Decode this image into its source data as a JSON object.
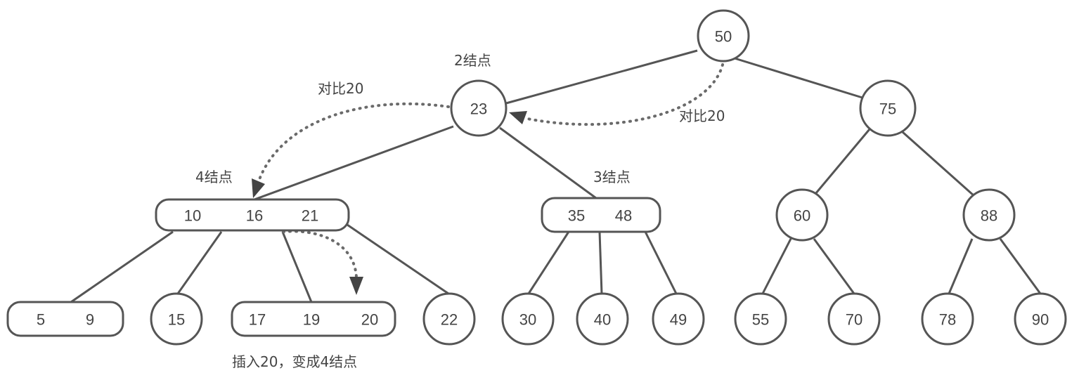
{
  "diagram": {
    "type": "2-3-4 tree insertion",
    "nodes": [
      {
        "id": "n50",
        "keys": [
          "50"
        ]
      },
      {
        "id": "n23",
        "keys": [
          "23"
        ]
      },
      {
        "id": "n75",
        "keys": [
          "75"
        ]
      },
      {
        "id": "n10_16_21",
        "keys": [
          "10",
          "16",
          "21"
        ]
      },
      {
        "id": "n35_48",
        "keys": [
          "35",
          "48"
        ]
      },
      {
        "id": "n60",
        "keys": [
          "60"
        ]
      },
      {
        "id": "n88",
        "keys": [
          "88"
        ]
      },
      {
        "id": "n5_9",
        "keys": [
          "5",
          "9"
        ]
      },
      {
        "id": "n15",
        "keys": [
          "15"
        ]
      },
      {
        "id": "n17_19_20",
        "keys": [
          "17",
          "19",
          "20"
        ]
      },
      {
        "id": "n22",
        "keys": [
          "22"
        ]
      },
      {
        "id": "n30",
        "keys": [
          "30"
        ]
      },
      {
        "id": "n40",
        "keys": [
          "40"
        ]
      },
      {
        "id": "n49",
        "keys": [
          "49"
        ]
      },
      {
        "id": "n55",
        "keys": [
          "55"
        ]
      },
      {
        "id": "n70",
        "keys": [
          "70"
        ]
      },
      {
        "id": "n78",
        "keys": [
          "78"
        ]
      },
      {
        "id": "n90",
        "keys": [
          "90"
        ]
      }
    ],
    "edges": [
      [
        "n50",
        "n23"
      ],
      [
        "n50",
        "n75"
      ],
      [
        "n23",
        "n10_16_21"
      ],
      [
        "n23",
        "n35_48"
      ],
      [
        "n75",
        "n60"
      ],
      [
        "n75",
        "n88"
      ],
      [
        "n10_16_21",
        "n5_9"
      ],
      [
        "n10_16_21",
        "n15"
      ],
      [
        "n10_16_21",
        "n17_19_20"
      ],
      [
        "n10_16_21",
        "n22"
      ],
      [
        "n35_48",
        "n30"
      ],
      [
        "n35_48",
        "n40"
      ],
      [
        "n35_48",
        "n49"
      ],
      [
        "n60",
        "n55"
      ],
      [
        "n60",
        "n70"
      ],
      [
        "n88",
        "n78"
      ],
      [
        "n88",
        "n90"
      ]
    ],
    "annotations": {
      "node_2_label": "2结点",
      "node_4_label": "4结点",
      "node_3_label": "3结点",
      "compare_root": "对比20",
      "compare_23": "对比20",
      "insert_note": "插入20，变成4结点"
    },
    "colors": {
      "stroke": "#555555",
      "text": "#444444",
      "background": "#ffffff"
    }
  }
}
